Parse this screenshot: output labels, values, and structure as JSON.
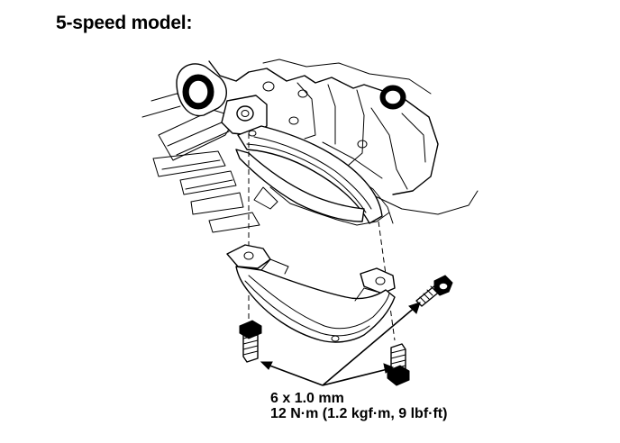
{
  "heading": "5-speed model:",
  "bolt_spec": {
    "size": "6 x 1.0 mm",
    "torque": "12 N·m (1.2 kgf·m, 9 lbf·ft)"
  }
}
